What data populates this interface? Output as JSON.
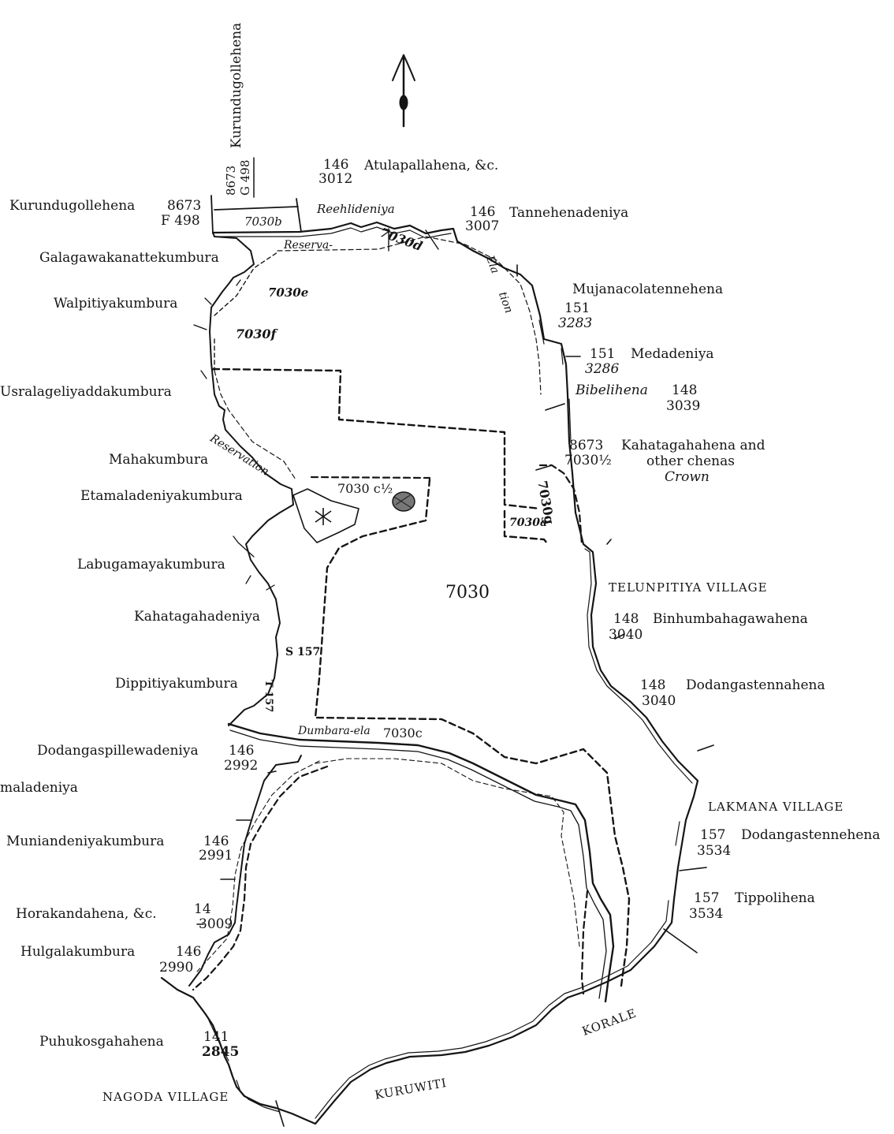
{
  "map": {
    "main_lot": "7030",
    "lots": {
      "a": "7030a",
      "b": "7030b",
      "c": "7030c",
      "c_half": "7030 c½",
      "d": "7030d",
      "e": "7030e",
      "f": "7030f",
      "g": "7030g"
    },
    "streams": {
      "reehlideniya": "Reehlideniya",
      "dumbara_ela": "Dumbara-ela"
    },
    "reservation_fragments": {
      "top_left": "Reserva-",
      "top_right_1": "Ela",
      "top_right_2": "tion",
      "left": "Reservation"
    },
    "road_codes": {
      "s157": "S 157",
      "t157": "T 157"
    },
    "villages": {
      "telunpitiya": "TELUNPITIYA VILLAGE",
      "lakmana": "LAKMANA VILLAGE",
      "nagoda": "NAGODA VILLAGE",
      "korale": "KORALE",
      "kuruwiti": "KURUWITI"
    },
    "left_labels": [
      {
        "name": "Kurundugollehena",
        "n1": "8673",
        "n2": "F 498"
      },
      {
        "name": "Galagawakanattekumbura"
      },
      {
        "name": "Walpitiyakumbura"
      },
      {
        "name": "Usralageliyaddakumbura"
      },
      {
        "name": "Mahakumbura"
      },
      {
        "name": "Etamaladeniyakumbura"
      },
      {
        "name": "Labugamayakumbura"
      },
      {
        "name": "Kahatagahadeniya"
      },
      {
        "name": "Dippitiyakumbura"
      },
      {
        "name": "Dodangaspillewadeniya",
        "n1": "146",
        "n2": "2992"
      },
      {
        "name": "maladeniya"
      },
      {
        "name": "Muniandeniyakumbura",
        "n1": "146",
        "n2": "2991"
      },
      {
        "name": "Horakandahena, &c.",
        "n1": "14",
        "n2": "3009"
      },
      {
        "name": "Hulgalakumbura",
        "n1": "146",
        "n2": "2990"
      },
      {
        "name": "Puhukosgahahena",
        "n1": "141",
        "n2": "2845"
      }
    ],
    "top_labels": [
      {
        "name": "Kurundugollehena",
        "n1": "8673",
        "n2": "G 498"
      },
      {
        "name": "Atulapallahena, &c.",
        "n1": "146",
        "n2": "3012"
      },
      {
        "name": "Tannehenadeniya",
        "n1": "146",
        "n2": "3007"
      }
    ],
    "right_labels": [
      {
        "name": "Mujanacolatennehena",
        "n1": "151",
        "n2": "3283"
      },
      {
        "name": "Medadeniya",
        "n1": "151",
        "n2": "3286"
      },
      {
        "name": "Bibelihena",
        "n1": "148",
        "n2": "3039"
      },
      {
        "name": "Kahatagahahena and",
        "name2": "other chenas",
        "name3": "Crown",
        "n1": "8673",
        "n2": "7030½"
      },
      {
        "name": "Binhumbahagawahena",
        "n1": "148",
        "n2": "3040"
      },
      {
        "name": "Dodangastennahena",
        "n1": "148",
        "n2": "3040"
      },
      {
        "name": "Dodangastennehena",
        "n1": "157",
        "n2": "3534"
      },
      {
        "name": "Tippolihena",
        "n1": "157",
        "n2": "3534"
      }
    ],
    "colors": {
      "ink": "#151515",
      "paper": "#ffffff"
    },
    "icons": [
      "north-arrow-icon",
      "tree-icon",
      "shaded-circle-icon"
    ]
  }
}
